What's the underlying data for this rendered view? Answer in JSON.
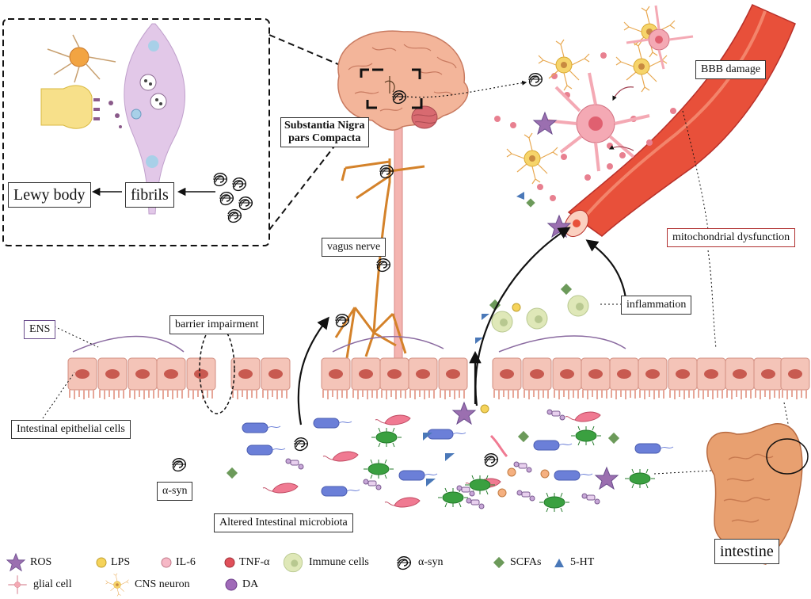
{
  "labels": {
    "lewy_body": "Lewy body",
    "fibrils": "fibrils",
    "snpc_line1": "Substantia Nigra",
    "snpc_line2": "pars Compacta",
    "vagus_nerve": "vagus nerve",
    "bbb_damage": "BBB damage",
    "mito": "mitochondrial dysfunction",
    "inflammation": "inflammation",
    "ens": "ENS",
    "barrier": "barrier impairment",
    "epithelial": "Intestinal epithelial cells",
    "asyn": "α-syn",
    "microbiota": "Altered Intestinal microbiota",
    "intestine": "intestine"
  },
  "legend": [
    {
      "label": "ROS",
      "icon": "purple-star-icon"
    },
    {
      "label": "LPS",
      "icon": "yellow-circle-icon"
    },
    {
      "label": "IL-6",
      "icon": "pink-circle-icon"
    },
    {
      "label": "TNF-α",
      "icon": "red-circle-icon"
    },
    {
      "label": "Immune cells",
      "icon": "immune-cell-icon"
    },
    {
      "label": "α-syn",
      "icon": "asyn-tangle-icon"
    },
    {
      "label": "SCFAs",
      "icon": "green-diamond-icon"
    },
    {
      "label": "5-HT",
      "icon": "blue-triangle-icon"
    },
    {
      "label": "glial cell",
      "icon": "glial-cell-icon"
    },
    {
      "label": "CNS neuron",
      "icon": "cns-neuron-icon"
    },
    {
      "label": "DA",
      "icon": "purple-circle-icon"
    }
  ],
  "colors": {
    "ros": "#9b6fb0",
    "lps": "#f5d35a",
    "il6": "#f6b8c6",
    "tnf": "#e0505a",
    "immune": "#dfe8b8",
    "scfa": "#6c9a5a",
    "ht5": "#4a78b8",
    "vessel": "#e8503a",
    "epithelium": "#f4c4b8",
    "nucleus": "#c85a50",
    "nerve": "#d4822a",
    "neuron": "#f4a9b4",
    "glia": "#f6d46a",
    "bacteria_blue": "#6b7fd8",
    "bacteria_pink": "#f07a92",
    "bacteria_green": "#3aa040"
  }
}
